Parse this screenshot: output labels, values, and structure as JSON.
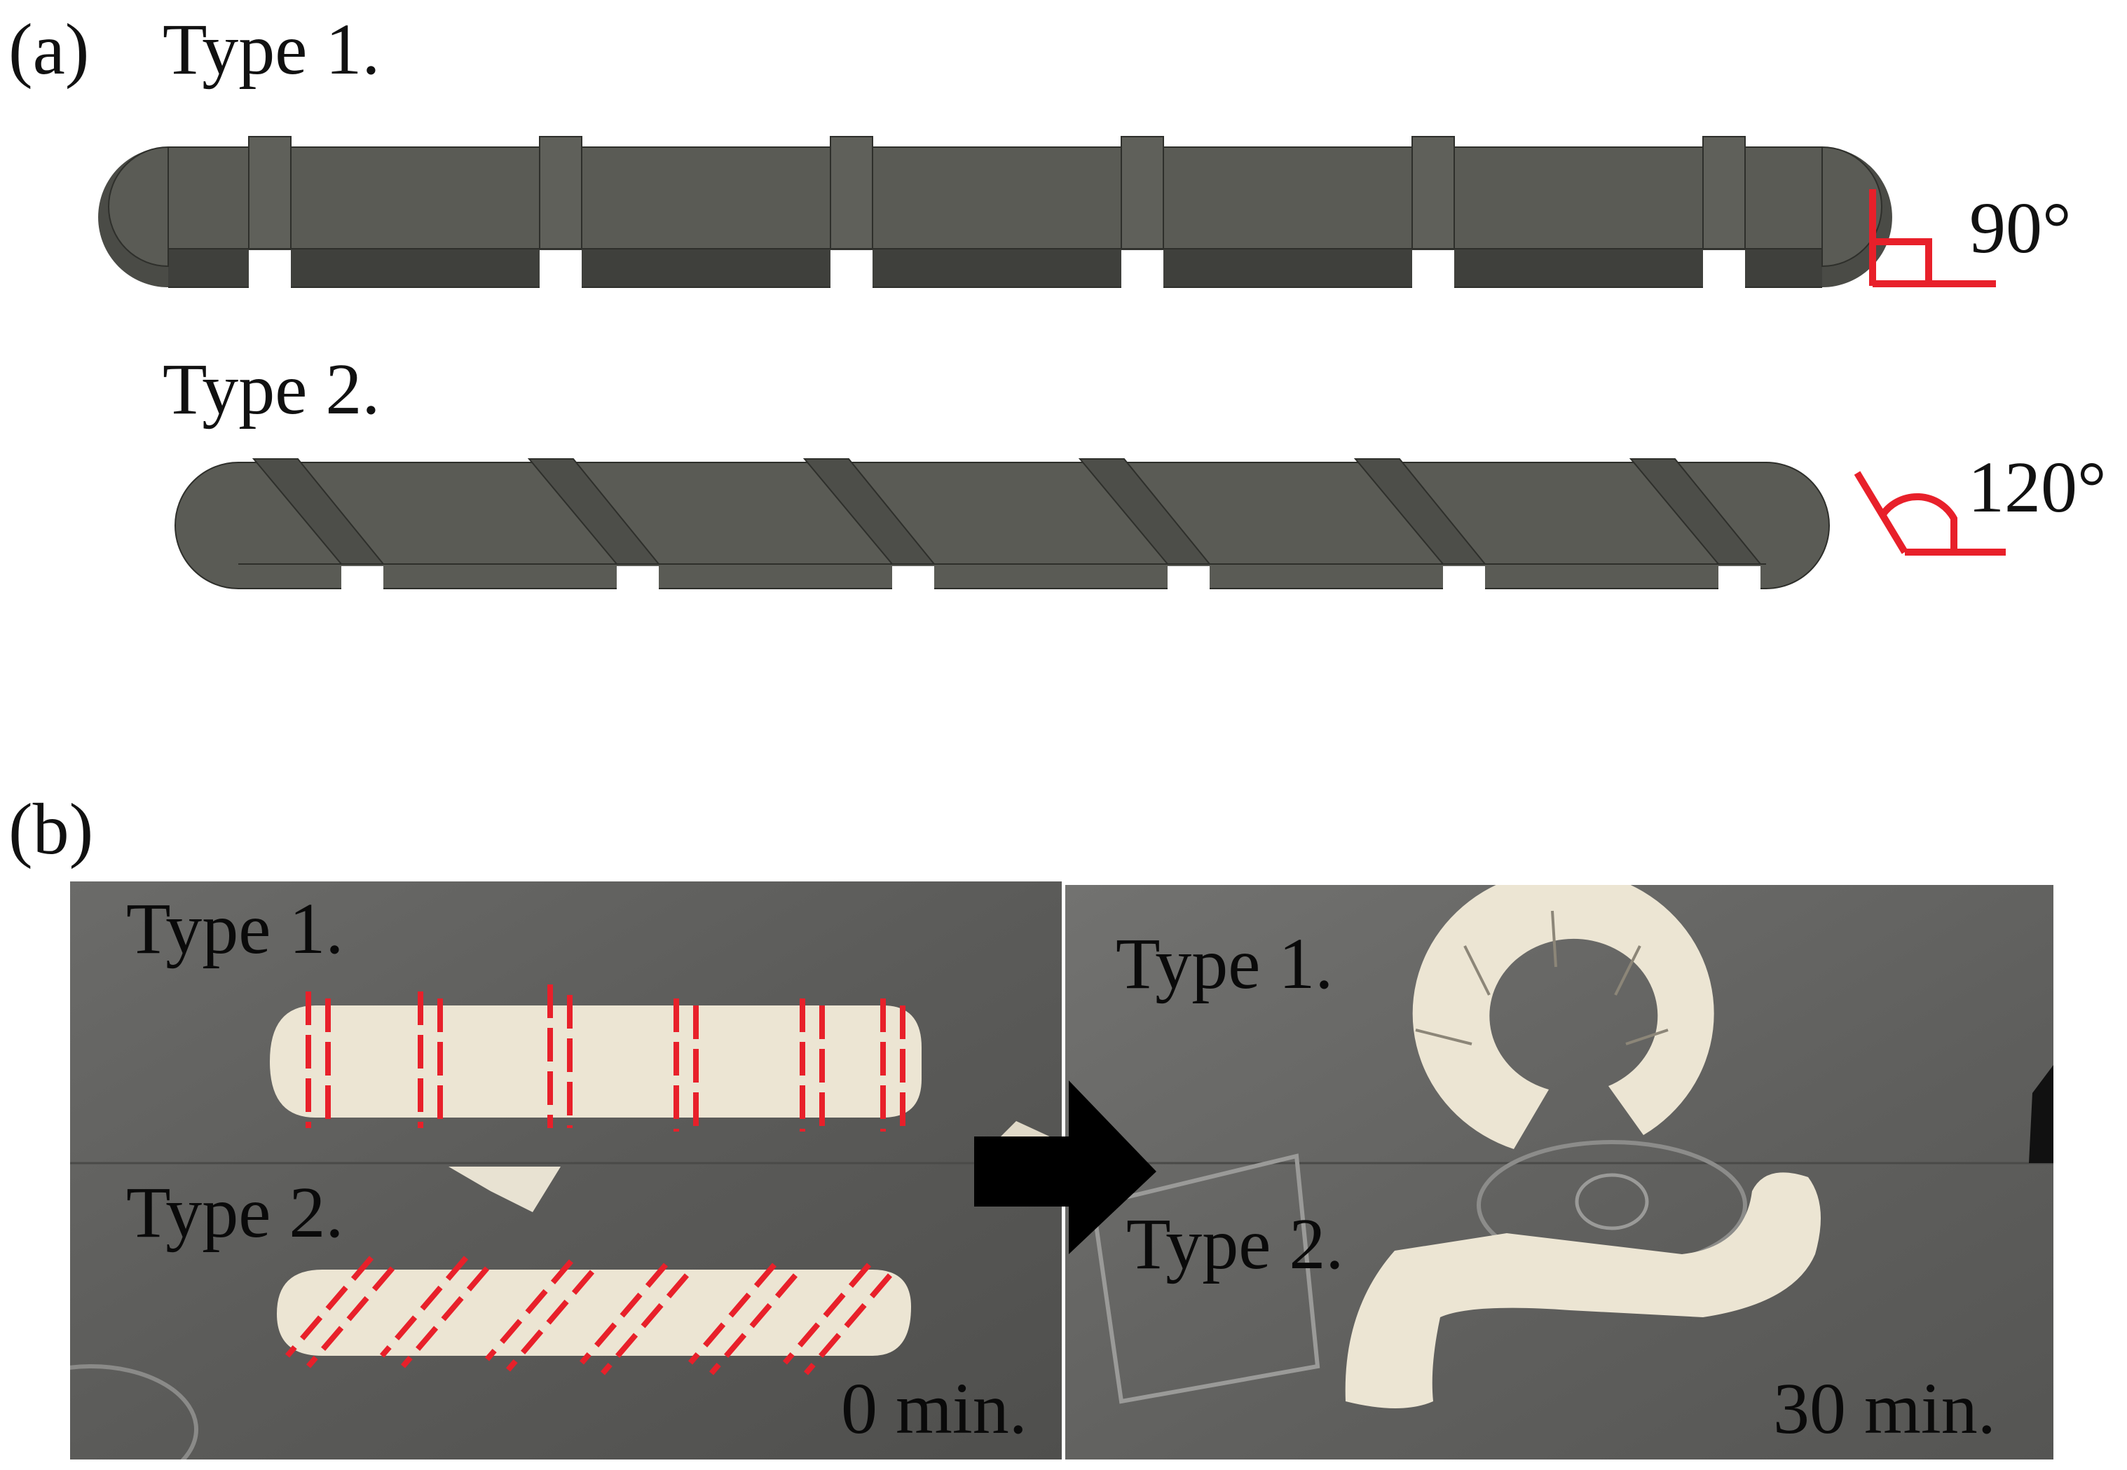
{
  "panel_a": {
    "label": "(a)",
    "type1": {
      "label": "Type 1.",
      "angle": "90°"
    },
    "type2": {
      "label": "Type 2.",
      "angle": "120°"
    }
  },
  "panel_b": {
    "label": "(b)",
    "before": {
      "type1": "Type 1.",
      "type2": "Type 2.",
      "time": "0 min."
    },
    "after": {
      "type1": "Type 1.",
      "type2": "Type 2.",
      "time": "30 min."
    }
  },
  "colors": {
    "model_body": "#5a5b55",
    "model_edge": "#2e2f2b",
    "annotation": "#e8202a",
    "photo_bg": "#5e5e5c",
    "specimen": "#ece5d3",
    "arrow": "#000000"
  }
}
